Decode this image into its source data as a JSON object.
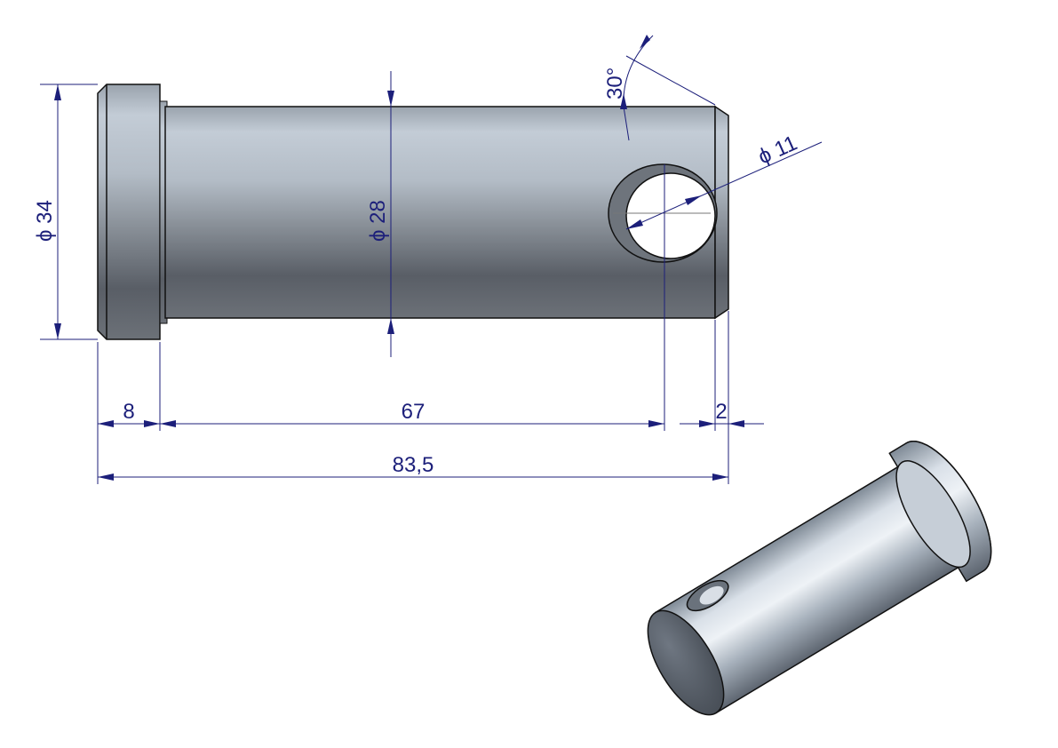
{
  "drawing": {
    "dimensions": {
      "flange_diameter": "ϕ 34",
      "body_diameter": "ϕ 28",
      "chamfer_angle": "30°",
      "hole_diameter": "ϕ 11",
      "flange_length": "8",
      "hole_position": "67",
      "chamfer_length": "2",
      "total_length": "83,5"
    },
    "colors": {
      "dimension": "#1c1f7a",
      "metal_light": "#c9d2dc",
      "metal_dark": "#4a4e55"
    }
  }
}
